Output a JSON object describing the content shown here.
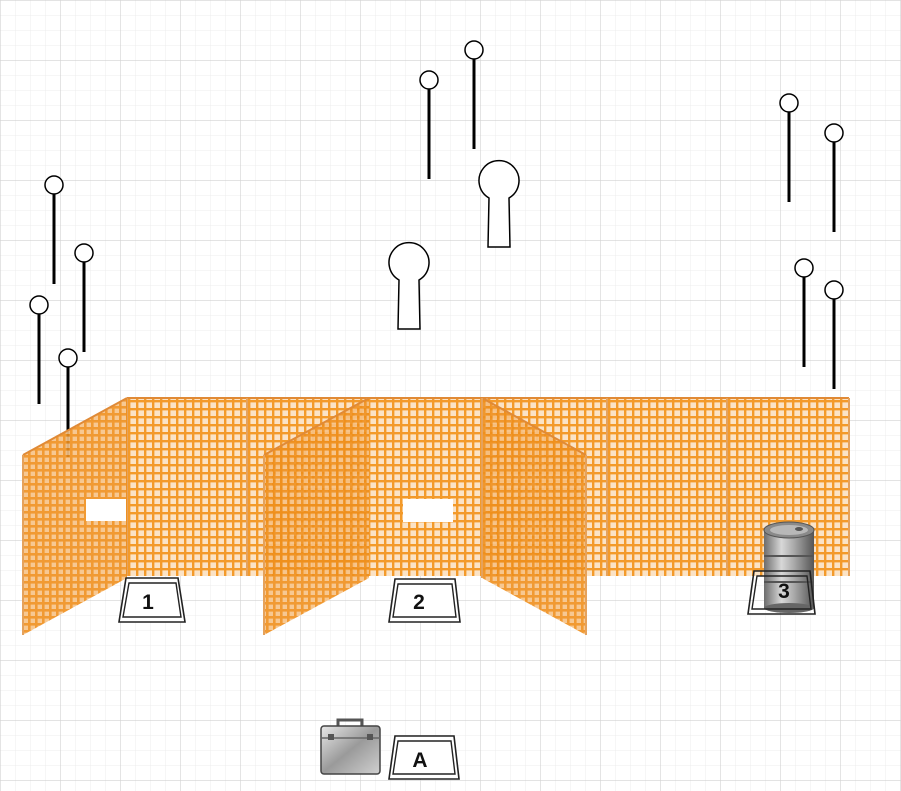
{
  "canvas": {
    "grid_color": "#d6d6d6",
    "grid_minor_color": "#ececec",
    "background": "#ffffff"
  },
  "fence": {
    "mesh_color": "#f39a2a",
    "post_color": "#e08a36"
  },
  "stations": [
    {
      "id": "station-1",
      "label": "1"
    },
    {
      "id": "station-2",
      "label": "2"
    },
    {
      "id": "station-3",
      "label": "3"
    },
    {
      "id": "station-a",
      "label": "A"
    }
  ],
  "props": {
    "barrel": {
      "icon": "oil-barrel-icon"
    },
    "briefcase": {
      "icon": "briefcase-icon"
    },
    "steel_targets": {
      "icon": "pin-target-icon",
      "count": 10
    },
    "silhouette_targets": {
      "icon": "keyhole-silhouette-icon",
      "count": 2
    },
    "target_color": "#ffffff",
    "stand_color": "#000000"
  }
}
